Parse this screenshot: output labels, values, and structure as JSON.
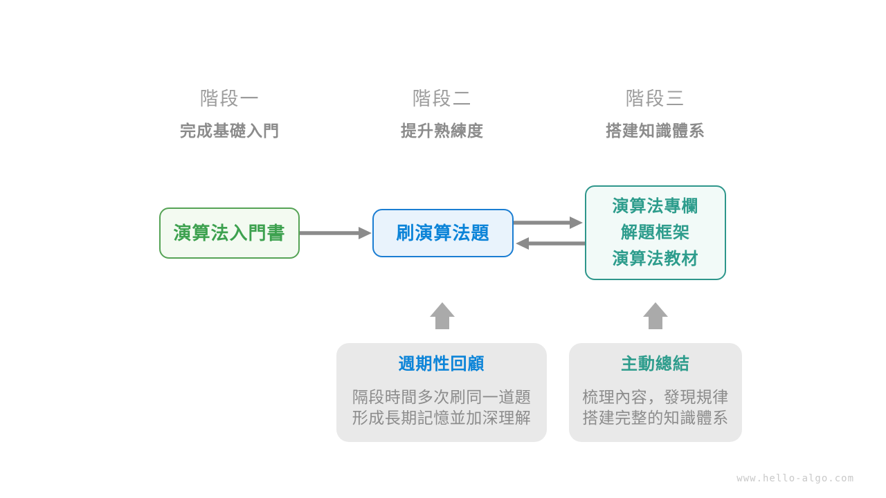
{
  "page": {
    "background": "#ffffff"
  },
  "colors": {
    "stage_title": "#9c9c9c",
    "stage_subtitle": "#8b8b8b",
    "connector_arrow": "#8b8b8b",
    "block_arrow": "#aaaaaa",
    "note_box_bg": "#e9e9e9",
    "note_body_text": "#8c8c8c",
    "watermark_text": "#c9c9c9"
  },
  "stages": [
    {
      "title": "階段一",
      "subtitle": "完成基礎入門"
    },
    {
      "title": "階段二",
      "subtitle": "提升熟練度"
    },
    {
      "title": "階段三",
      "subtitle": "搭建知識體系"
    }
  ],
  "flow_boxes": [
    {
      "lines": [
        "演算法入門書"
      ],
      "text_color": "#3da14f",
      "border_color": "#55a355",
      "fill_color": "#f3faf1"
    },
    {
      "lines": [
        "刷演算法題"
      ],
      "text_color": "#0c84d8",
      "border_color": "#1a7dd2",
      "fill_color": "#e9f3fc"
    },
    {
      "lines": [
        "演算法專欄",
        "解題框架",
        "演算法教材"
      ],
      "text_color": "#2d9c8c",
      "border_color": "#2e968b",
      "fill_color": "#f2faf8"
    }
  ],
  "note_boxes": [
    {
      "title": "週期性回顧",
      "title_color": "#0c84d8",
      "body_lines": [
        "隔段時間多次刷同一道題",
        "形成長期記憶並加深理解"
      ]
    },
    {
      "title": "主動總結",
      "title_color": "#2d9c8c",
      "body_lines": [
        "梳理內容，發現規律",
        "搭建完整的知識體系"
      ]
    }
  ],
  "watermark": {
    "text": "www.hello-algo.com"
  }
}
